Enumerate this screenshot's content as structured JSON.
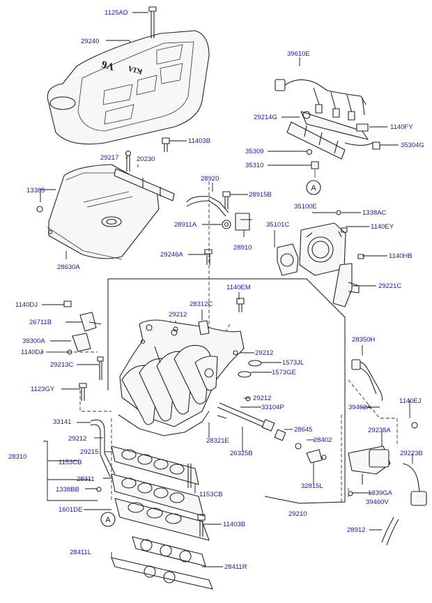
{
  "diagram": {
    "labels": [
      {
        "key": "1125AD",
        "text": "1125AD"
      },
      {
        "key": "29240",
        "text": "29240"
      },
      {
        "key": "39610E",
        "text": "39610E"
      },
      {
        "key": "29214G",
        "text": "29214G"
      },
      {
        "key": "1140FY",
        "text": "1140FY"
      },
      {
        "key": "35304G",
        "text": "35304G"
      },
      {
        "key": "35309",
        "text": "35309"
      },
      {
        "key": "35310",
        "text": "35310"
      },
      {
        "key": "11403B_top",
        "text": "11403B"
      },
      {
        "key": "29217",
        "text": "29217"
      },
      {
        "key": "20230",
        "text": "20230"
      },
      {
        "key": "13385",
        "text": "13385"
      },
      {
        "key": "28920",
        "text": "28920"
      },
      {
        "key": "28915B",
        "text": "28915B"
      },
      {
        "key": "35100E",
        "text": "35100E"
      },
      {
        "key": "1338AC",
        "text": "1338AC"
      },
      {
        "key": "28911A",
        "text": "28911A"
      },
      {
        "key": "35101C",
        "text": "35101C"
      },
      {
        "key": "1140EY",
        "text": "1140EY"
      },
      {
        "key": "28910",
        "text": "28910"
      },
      {
        "key": "28630A",
        "text": "28630A"
      },
      {
        "key": "29246A",
        "text": "29246A"
      },
      {
        "key": "1140HB",
        "text": "1140HB"
      },
      {
        "key": "29221C",
        "text": "29221C"
      },
      {
        "key": "1140EM",
        "text": "1140EM"
      },
      {
        "key": "1140DJ_a",
        "text": "1140DJ"
      },
      {
        "key": "28312C",
        "text": "28312C"
      },
      {
        "key": "29212_a",
        "text": "29212"
      },
      {
        "key": "26711B",
        "text": "26711B"
      },
      {
        "key": "28350H",
        "text": "28350H"
      },
      {
        "key": "39300A",
        "text": "39300A"
      },
      {
        "key": "29212_b",
        "text": "29212"
      },
      {
        "key": "1140DJ_b",
        "text": "1140DJ"
      },
      {
        "key": "1573JL",
        "text": "1573JL"
      },
      {
        "key": "29213C",
        "text": "29213C"
      },
      {
        "key": "1573GE",
        "text": "1573GE"
      },
      {
        "key": "1123GY",
        "text": "1123GY"
      },
      {
        "key": "29212_c",
        "text": "29212"
      },
      {
        "key": "1140EJ",
        "text": "1140EJ"
      },
      {
        "key": "33104P",
        "text": "33104P"
      },
      {
        "key": "39462A",
        "text": "39462A"
      },
      {
        "key": "33141",
        "text": "33141"
      },
      {
        "key": "28645",
        "text": "28645"
      },
      {
        "key": "29238A",
        "text": "29238A"
      },
      {
        "key": "28321E",
        "text": "28321E"
      },
      {
        "key": "29212_d",
        "text": "29212"
      },
      {
        "key": "28402",
        "text": "28402"
      },
      {
        "key": "29215",
        "text": "29215"
      },
      {
        "key": "26325B",
        "text": "26325B"
      },
      {
        "key": "29223B",
        "text": "29223B"
      },
      {
        "key": "28310",
        "text": "28310"
      },
      {
        "key": "1153CB_a",
        "text": "1153CB"
      },
      {
        "key": "28311",
        "text": "28311"
      },
      {
        "key": "32815L",
        "text": "32815L"
      },
      {
        "key": "1338BB",
        "text": "1338BB"
      },
      {
        "key": "1153CB_b",
        "text": "1153CB"
      },
      {
        "key": "1339GA",
        "text": "1339GA"
      },
      {
        "key": "39460V",
        "text": "39460V"
      },
      {
        "key": "1601DE",
        "text": "1601DE"
      },
      {
        "key": "29210",
        "text": "29210"
      },
      {
        "key": "11403B_bot",
        "text": "11403B"
      },
      {
        "key": "28912",
        "text": "28912"
      },
      {
        "key": "28411L",
        "text": "28411L"
      },
      {
        "key": "28411R",
        "text": "28411R"
      }
    ],
    "reference_marks": [
      {
        "key": "ref_top",
        "text": "A"
      },
      {
        "key": "ref_bottom",
        "text": "A"
      }
    ],
    "cover_logo": "V6",
    "cover_brand": "KIA"
  }
}
